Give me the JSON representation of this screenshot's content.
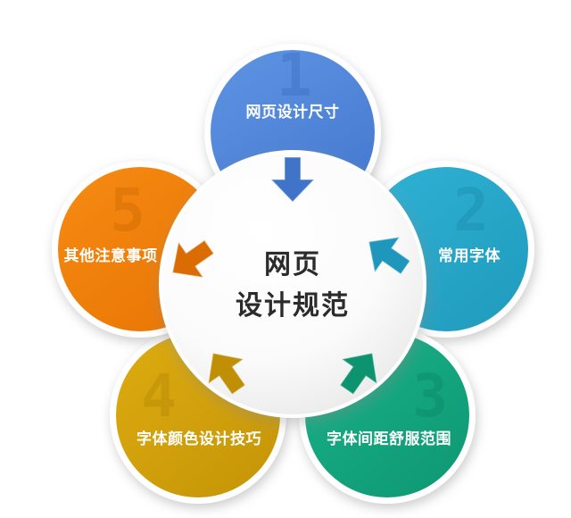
{
  "diagram": {
    "type": "flower-petal-cycle",
    "center": {
      "line1": "网页",
      "line2": "设计规范",
      "fill": "#f4f4f4",
      "text_color": "#2b2b2b"
    },
    "petals": [
      {
        "number": "1",
        "label": "网页设计尺寸",
        "color": "#5187dc",
        "arrow_color": "#3f74c9",
        "number_color": "#2f63bb",
        "position": "top"
      },
      {
        "number": "2",
        "label": "常用字体",
        "color": "#27a7ca",
        "arrow_color": "#1f97bc",
        "number_color": "#17829f",
        "position": "right"
      },
      {
        "number": "3",
        "label": "字体间距舒服范围",
        "color": "#13a57c",
        "arrow_color": "#0d9370",
        "number_color": "#0a7b5d",
        "position": "bottom-right"
      },
      {
        "number": "4",
        "label": "字体颜色设计技巧",
        "color": "#d3a20a",
        "arrow_color": "#c08f05",
        "number_color": "#a77c04",
        "position": "bottom-left"
      },
      {
        "number": "5",
        "label": "其他注意事项",
        "color": "#ef7e08",
        "arrow_color": "#d96c03",
        "number_color": "#c06002",
        "position": "left"
      }
    ],
    "background": "#ffffff"
  }
}
